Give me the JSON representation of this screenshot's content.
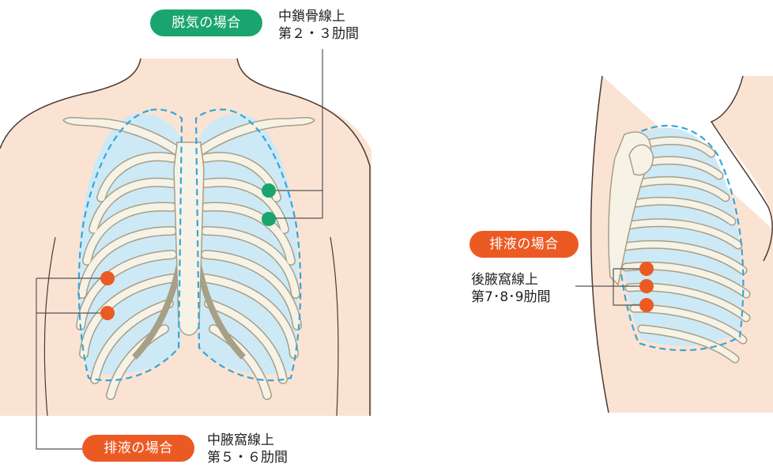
{
  "colors": {
    "skin": "#fbe3d3",
    "skin_outline": "#4a3a32",
    "bone": "#f6f2e6",
    "bone_outline": "#a79f86",
    "lung": "#cde9f6",
    "lung_dash": "#35a6d9",
    "pneumo_accent": "#1aa56e",
    "drain_accent": "#ec5a24",
    "leader_line": "#555555"
  },
  "front_view": {
    "pneumothorax": {
      "label": "脱気の場合",
      "site_line1": "中鎖骨線上",
      "site_line2": "第２・３肋間"
    },
    "drainage": {
      "label": "排液の場合",
      "site_line1": "中腋窩線上",
      "site_line2": "第５・６肋間"
    }
  },
  "side_view": {
    "drainage": {
      "label": "排液の場合",
      "site_line1": "後腋窩線上",
      "site_line2": "第7･8･9肋間"
    }
  }
}
